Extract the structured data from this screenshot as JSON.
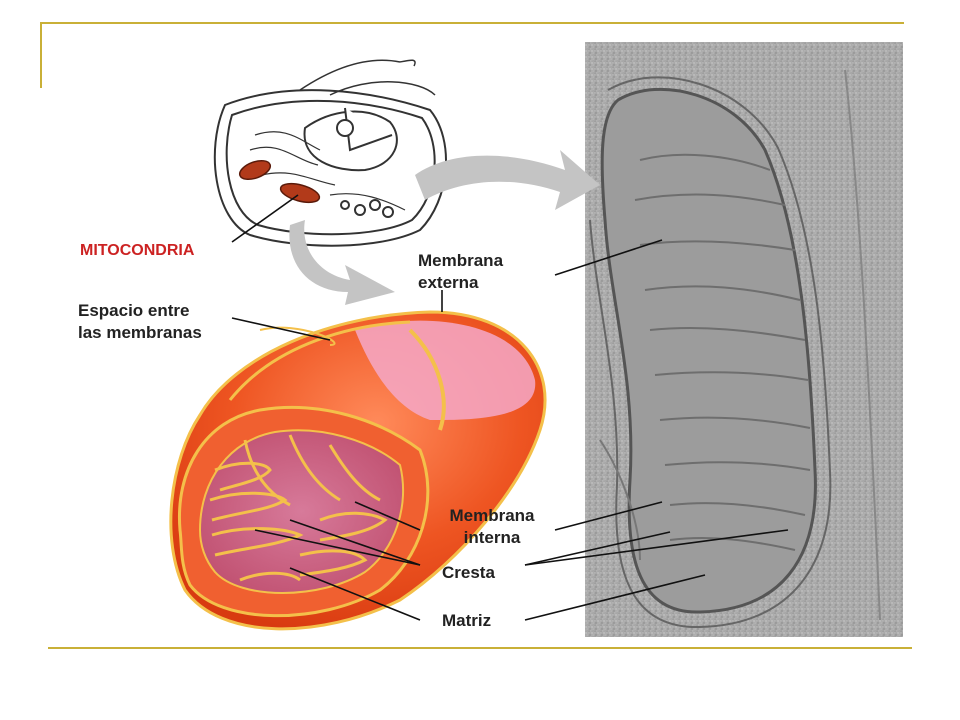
{
  "labels": {
    "mitocondria": "MITOCONDRIA",
    "espacio": "Espacio entre\nlas membranas",
    "externa": "Membrana\nexterna",
    "interna": "Membrana\ninterna",
    "cresta": "Cresta",
    "matriz": "Matriz"
  },
  "colors": {
    "accent": "#c9b037",
    "title_red": "#cc2222",
    "mito_orange": "#ee5522",
    "membrane_yellow": "#f4c04a",
    "micrograph_gray": "#9a9a9a"
  }
}
